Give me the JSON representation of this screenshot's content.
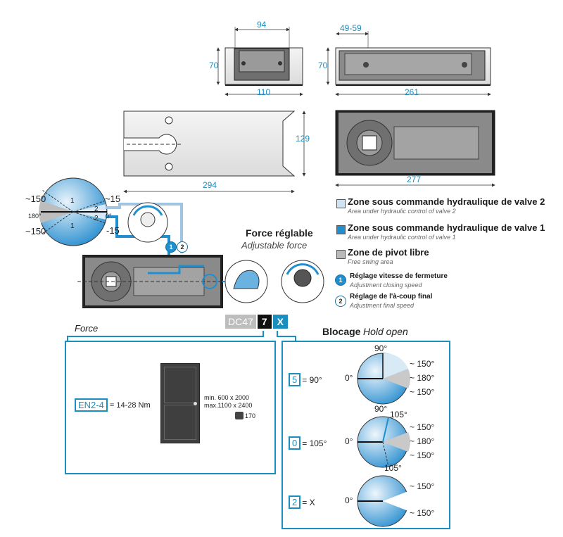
{
  "dimensions": {
    "d94": "94",
    "d70_left": "70",
    "d110": "110",
    "d49_59": "49-59",
    "d70_right": "70",
    "d261": "261",
    "d129": "129",
    "d294": "294",
    "d277": "277"
  },
  "dial": {
    "tilde150_top": "~150",
    "tilde150_bot": "~150",
    "tilde15_top": "~15",
    "tilde15_bot": "-15",
    "deg180": "180°",
    "deg0": "0°",
    "zone1_top": "1",
    "zone2_top": "2",
    "zone2_bot": "2",
    "zone1_bot": "1"
  },
  "valves": {
    "v1": "1",
    "v2": "2"
  },
  "force": {
    "title": "Force réglable",
    "subtitle": "Adjustable force"
  },
  "legend": {
    "items": [
      {
        "title": "Zone sous commande hydraulique de valve 2",
        "sub": "Area under hydraulic control of valve 2",
        "color": "#cfe3f3"
      },
      {
        "title": "Zone sous commande hydraulique de valve 1",
        "sub": "Area under hydraulic control of valve 1",
        "color": "#1f8fcf"
      },
      {
        "title": "Zone de pivot libre",
        "sub": "Free swing area",
        "color": "#b9b9b9"
      }
    ],
    "adj": [
      {
        "num": "1",
        "title": "Réglage vitesse de fermeture",
        "sub": "Adjustment closing speed"
      },
      {
        "num": "2",
        "title": "Réglage de l'à-coup final",
        "sub": "Adjustment final speed"
      }
    ]
  },
  "model": {
    "code": "DC47",
    "force_code": "7",
    "hold_code": "X"
  },
  "force_panel": {
    "label": "Force",
    "en_code": "EN2-4",
    "en_value": "= 14-28 Nm",
    "min_label": "min.  600 x 2000",
    "max_label": "max.1100 x 2400",
    "weight": "170"
  },
  "hold_panel": {
    "title": "Blocage",
    "subtitle": "Hold open",
    "rows": [
      {
        "code": "5",
        "value": "= 90°",
        "top": "90°",
        "left": "0°",
        "r1": "~ 150°",
        "r2": "~ 180°",
        "r3": "~ 150°"
      },
      {
        "code": "0",
        "value": "= 105°",
        "top": "90°",
        "top2": "105°",
        "left": "0°",
        "bottom": "105°",
        "r1": "~ 150°",
        "r2": "~ 180°",
        "r3": "~ 150°"
      },
      {
        "code": "2",
        "value": "= X",
        "left": "0°",
        "r1": "~ 150°",
        "r3": "~ 150°"
      }
    ]
  }
}
